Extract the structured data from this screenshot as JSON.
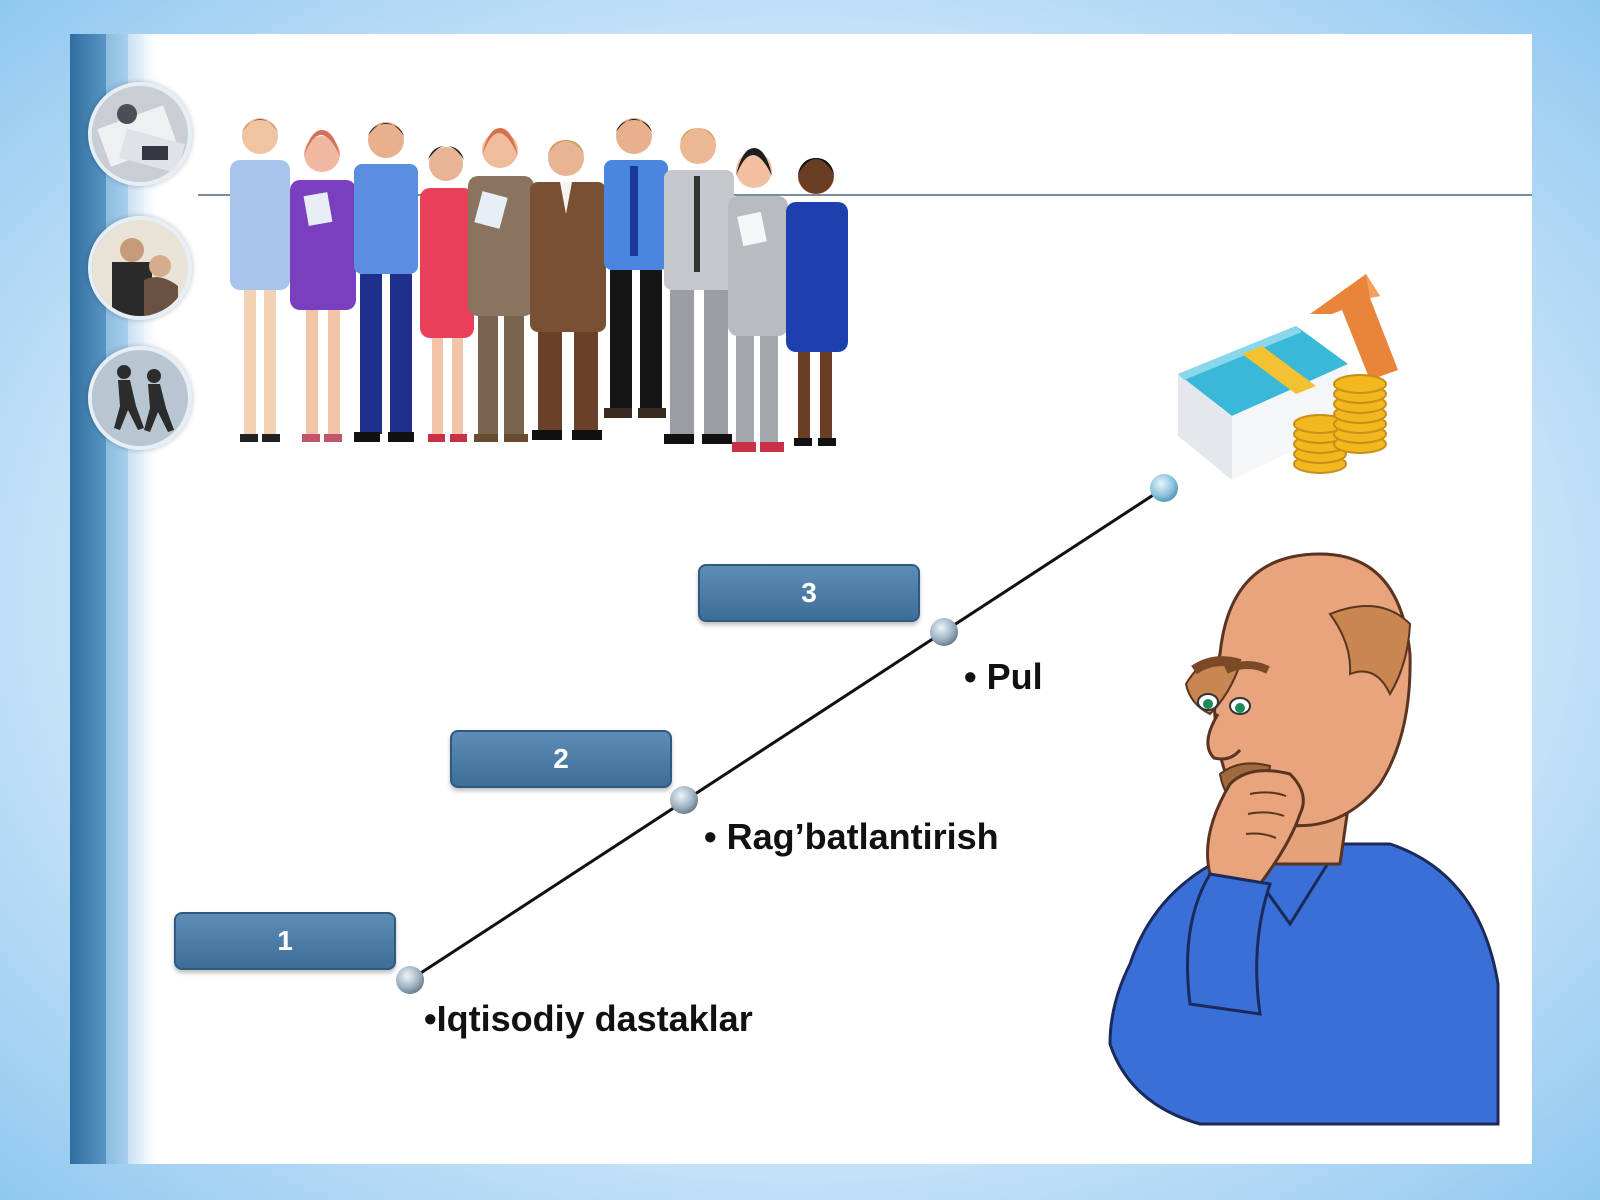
{
  "steps": [
    {
      "number": "1",
      "label": "•Iqtisodiy dastaklar"
    },
    {
      "number": "2",
      "label": "• Rag’batlantirish"
    },
    {
      "number": "3",
      "label": "• Pul"
    }
  ],
  "icons": {
    "photo_top": "business-paperwork-photo",
    "photo_middle": "business-people-photo",
    "photo_bottom": "running-businessmen-photo",
    "people": "business-team-illustration",
    "money": "money-growth-icon",
    "thinker": "thinking-man-illustration"
  },
  "colors": {
    "step_box": "#4a7ba6",
    "line": "#111111",
    "accent_blue": "#2f6e9f"
  }
}
